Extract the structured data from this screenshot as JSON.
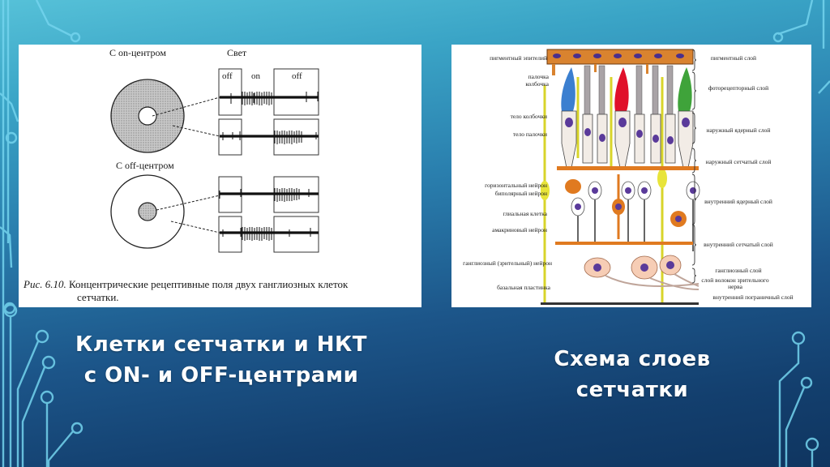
{
  "slide": {
    "background": {
      "top": "#56c1d8",
      "bottom": "#0f3560",
      "circuit_color": "#6fd3ef"
    },
    "left_figure": {
      "label_on_center": "С on-центром",
      "label_light": "Свет",
      "label_off_center": "С off-центром",
      "phase_labels": [
        "off",
        "on",
        "off"
      ],
      "caption_number": "Рис. 6.10.",
      "caption_text": "Концентрические рецептивные поля двух ганглиозных клеток",
      "caption_text_2": "сетчатки."
    },
    "right_figure": {
      "left_labels": [
        "пигментный эпителий",
        "палочка",
        "колбочка",
        "тело колбочки",
        "тело палочки",
        "горизонтальный нейрон",
        "биполярный нейрон",
        "глиальная клетка",
        "амакриновый нейрон",
        "ганглиозный (зрительный) нейрон",
        "базальная пластинка"
      ],
      "right_labels": [
        "пигментный слой",
        "фоторецепторный слой",
        "наружный ядерный слой",
        "наружный сетчатый слой",
        "внутренний ядерный слой",
        "внутренний сетчатый слой",
        "ганглиозный слой",
        "слой волокон зрительного нерва",
        "внутренний пограничный слой"
      ],
      "cone_colors": [
        "#3b7fd0",
        "#e0102a",
        "#3fa33a"
      ]
    },
    "captions": {
      "left_line1": "Клетки сетчатки и НКТ",
      "left_line2": "с ON- и OFF-центрами",
      "right_line1": "Схема слоев",
      "right_line2": "сетчатки"
    }
  }
}
